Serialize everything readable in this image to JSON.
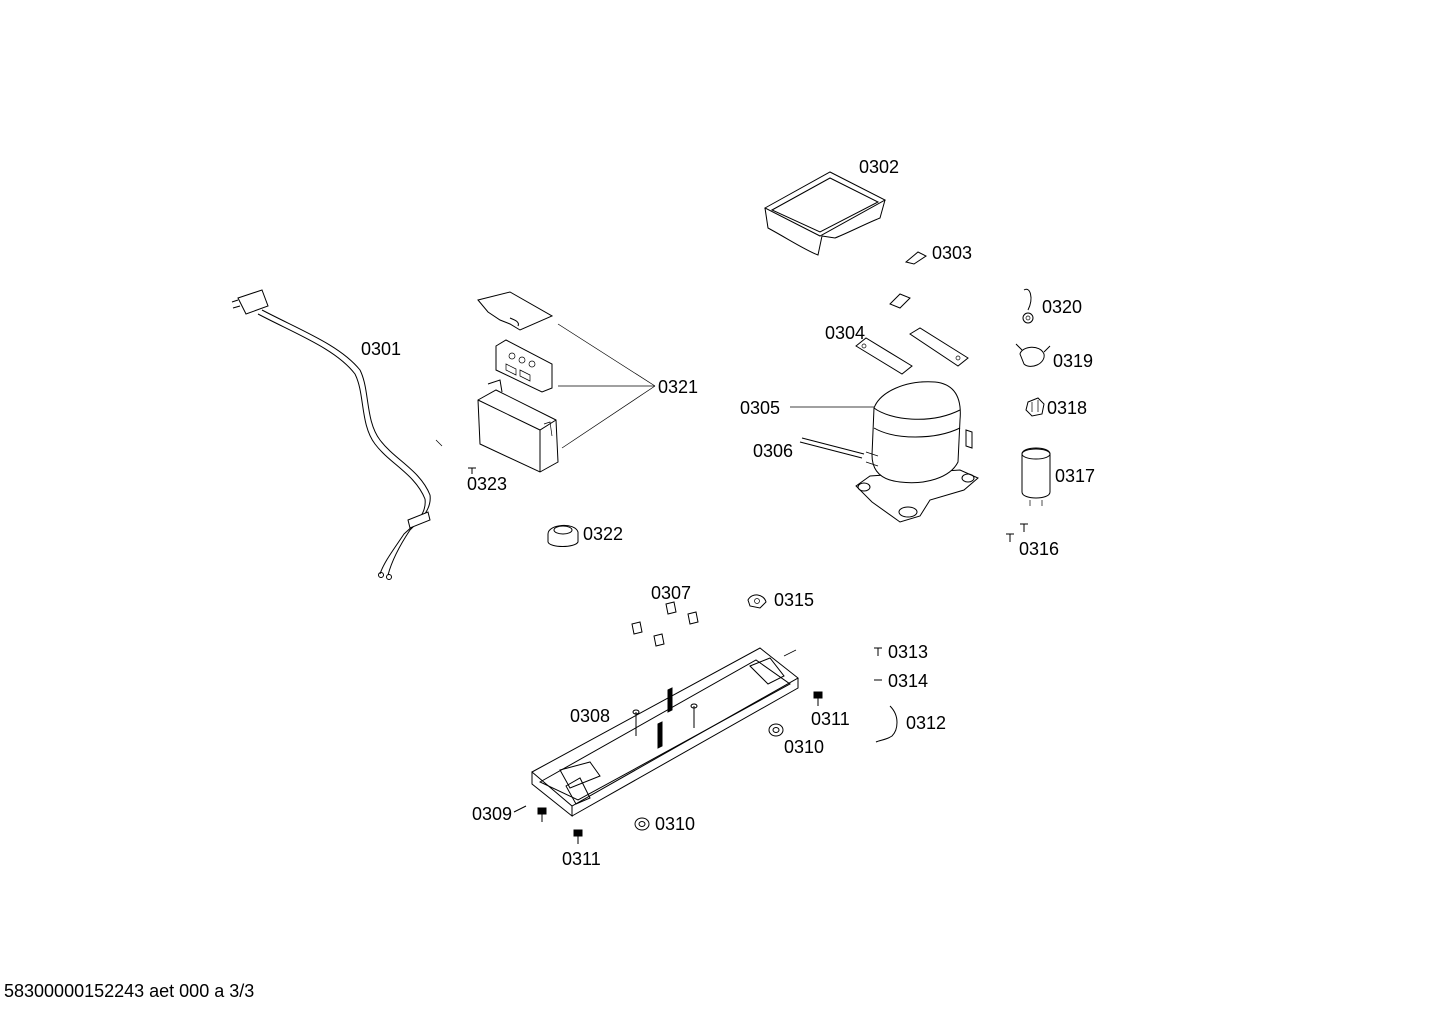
{
  "labels": {
    "p0301": "0301",
    "p0302": "0302",
    "p0303": "0303",
    "p0304": "0304",
    "p0305": "0305",
    "p0306": "0306",
    "p0307": "0307",
    "p0308": "0308",
    "p0309": "0309",
    "p0310a": "0310",
    "p0310b": "0310",
    "p0311a": "0311",
    "p0311b": "0311",
    "p0312": "0312",
    "p0313": "0313",
    "p0314": "0314",
    "p0315": "0315",
    "p0316": "0316",
    "p0317": "0317",
    "p0318": "0318",
    "p0319": "0319",
    "p0320": "0320",
    "p0321": "0321",
    "p0322": "0322",
    "p0323": "0323"
  },
  "footer": "58300000152243 aet 000 a 3/3"
}
